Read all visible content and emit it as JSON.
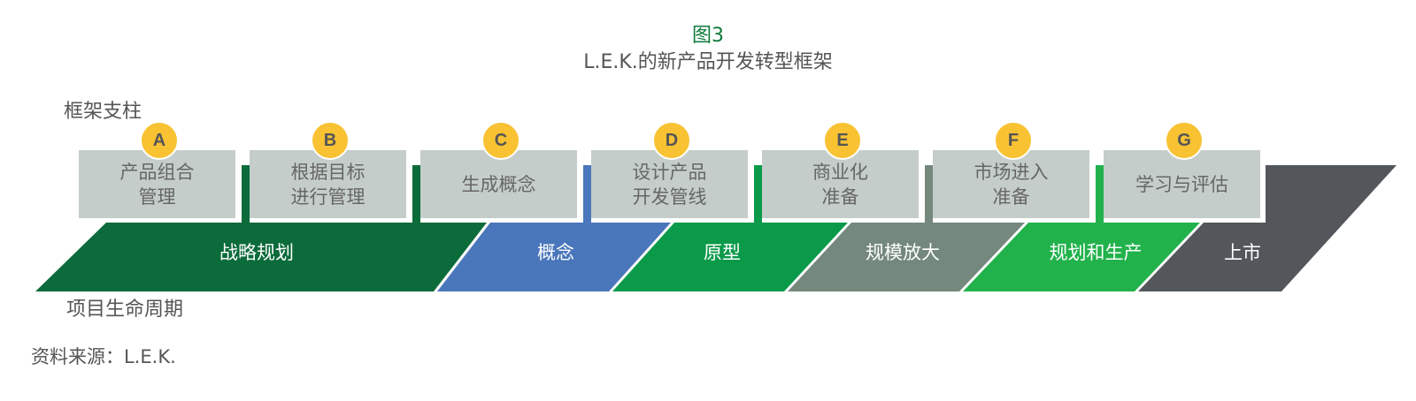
{
  "figure": {
    "label": "图3",
    "title": "L.E.K.的新产品开发转型框架"
  },
  "labels": {
    "pillars": "框架支柱",
    "lifecycle": "项目生命周期"
  },
  "source": "资料来源：L.E.K.",
  "colors": {
    "phase_strategy": "#0b6b3a",
    "phase_concept": "#4a76bb",
    "phase_prototype": "#0a9a4a",
    "phase_scale": "#74887d",
    "phase_planning": "#22b24c",
    "phase_launch": "#53575c",
    "pillar_bg": "#c4cdca",
    "badge": "#f8c233",
    "title_accent": "#0e7a3c"
  },
  "pillars": [
    {
      "letter": "A",
      "text": "产品组合\n管理"
    },
    {
      "letter": "B",
      "text": "根据目标\n进行管理"
    },
    {
      "letter": "C",
      "text": "生成概念"
    },
    {
      "letter": "D",
      "text": "设计产品\n开发管线"
    },
    {
      "letter": "E",
      "text": "商业化\n准备"
    },
    {
      "letter": "F",
      "text": "市场进入\n准备"
    },
    {
      "letter": "G",
      "text": "学习与评估"
    }
  ],
  "phases": [
    {
      "name": "战略规划"
    },
    {
      "name": "概念"
    },
    {
      "name": "原型"
    },
    {
      "name": "规模放大"
    },
    {
      "name": "规划和生产"
    },
    {
      "name": "上市"
    }
  ]
}
